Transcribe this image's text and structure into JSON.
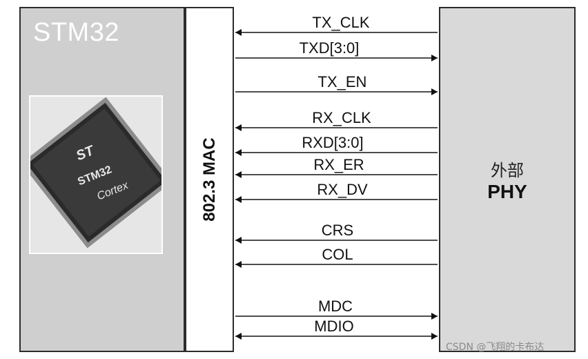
{
  "stm32": {
    "title": "STM32"
  },
  "chip": {
    "logo": "ST",
    "model": "STM32",
    "brand": "Cortex",
    "decoration": "chip-image"
  },
  "mac": {
    "label": "802.3 MAC"
  },
  "phy": {
    "label_line1": "外部",
    "label_line2": "PHY"
  },
  "signals": [
    {
      "name": "TX_CLK",
      "dir": "to-mac"
    },
    {
      "name": "TXD[3:0]",
      "dir": "to-phy"
    },
    {
      "name": "TX_EN",
      "dir": "to-phy"
    },
    {
      "name": "RX_CLK",
      "dir": "to-mac"
    },
    {
      "name": "RXD[3:0]",
      "dir": "to-mac"
    },
    {
      "name": "RX_ER",
      "dir": "to-mac"
    },
    {
      "name": "RX_DV",
      "dir": "to-mac"
    },
    {
      "name": "CRS",
      "dir": "to-mac"
    },
    {
      "name": "COL",
      "dir": "to-mac"
    },
    {
      "name": "MDC",
      "dir": "to-phy"
    },
    {
      "name": "MDIO",
      "dir": "both"
    }
  ],
  "watermark": "CSDN @飞翔的卡布达",
  "colors": {
    "box_fill": "#cfcfcf",
    "phy_fill": "#d9d9d9",
    "chip_dark": "#2a2a2a"
  }
}
